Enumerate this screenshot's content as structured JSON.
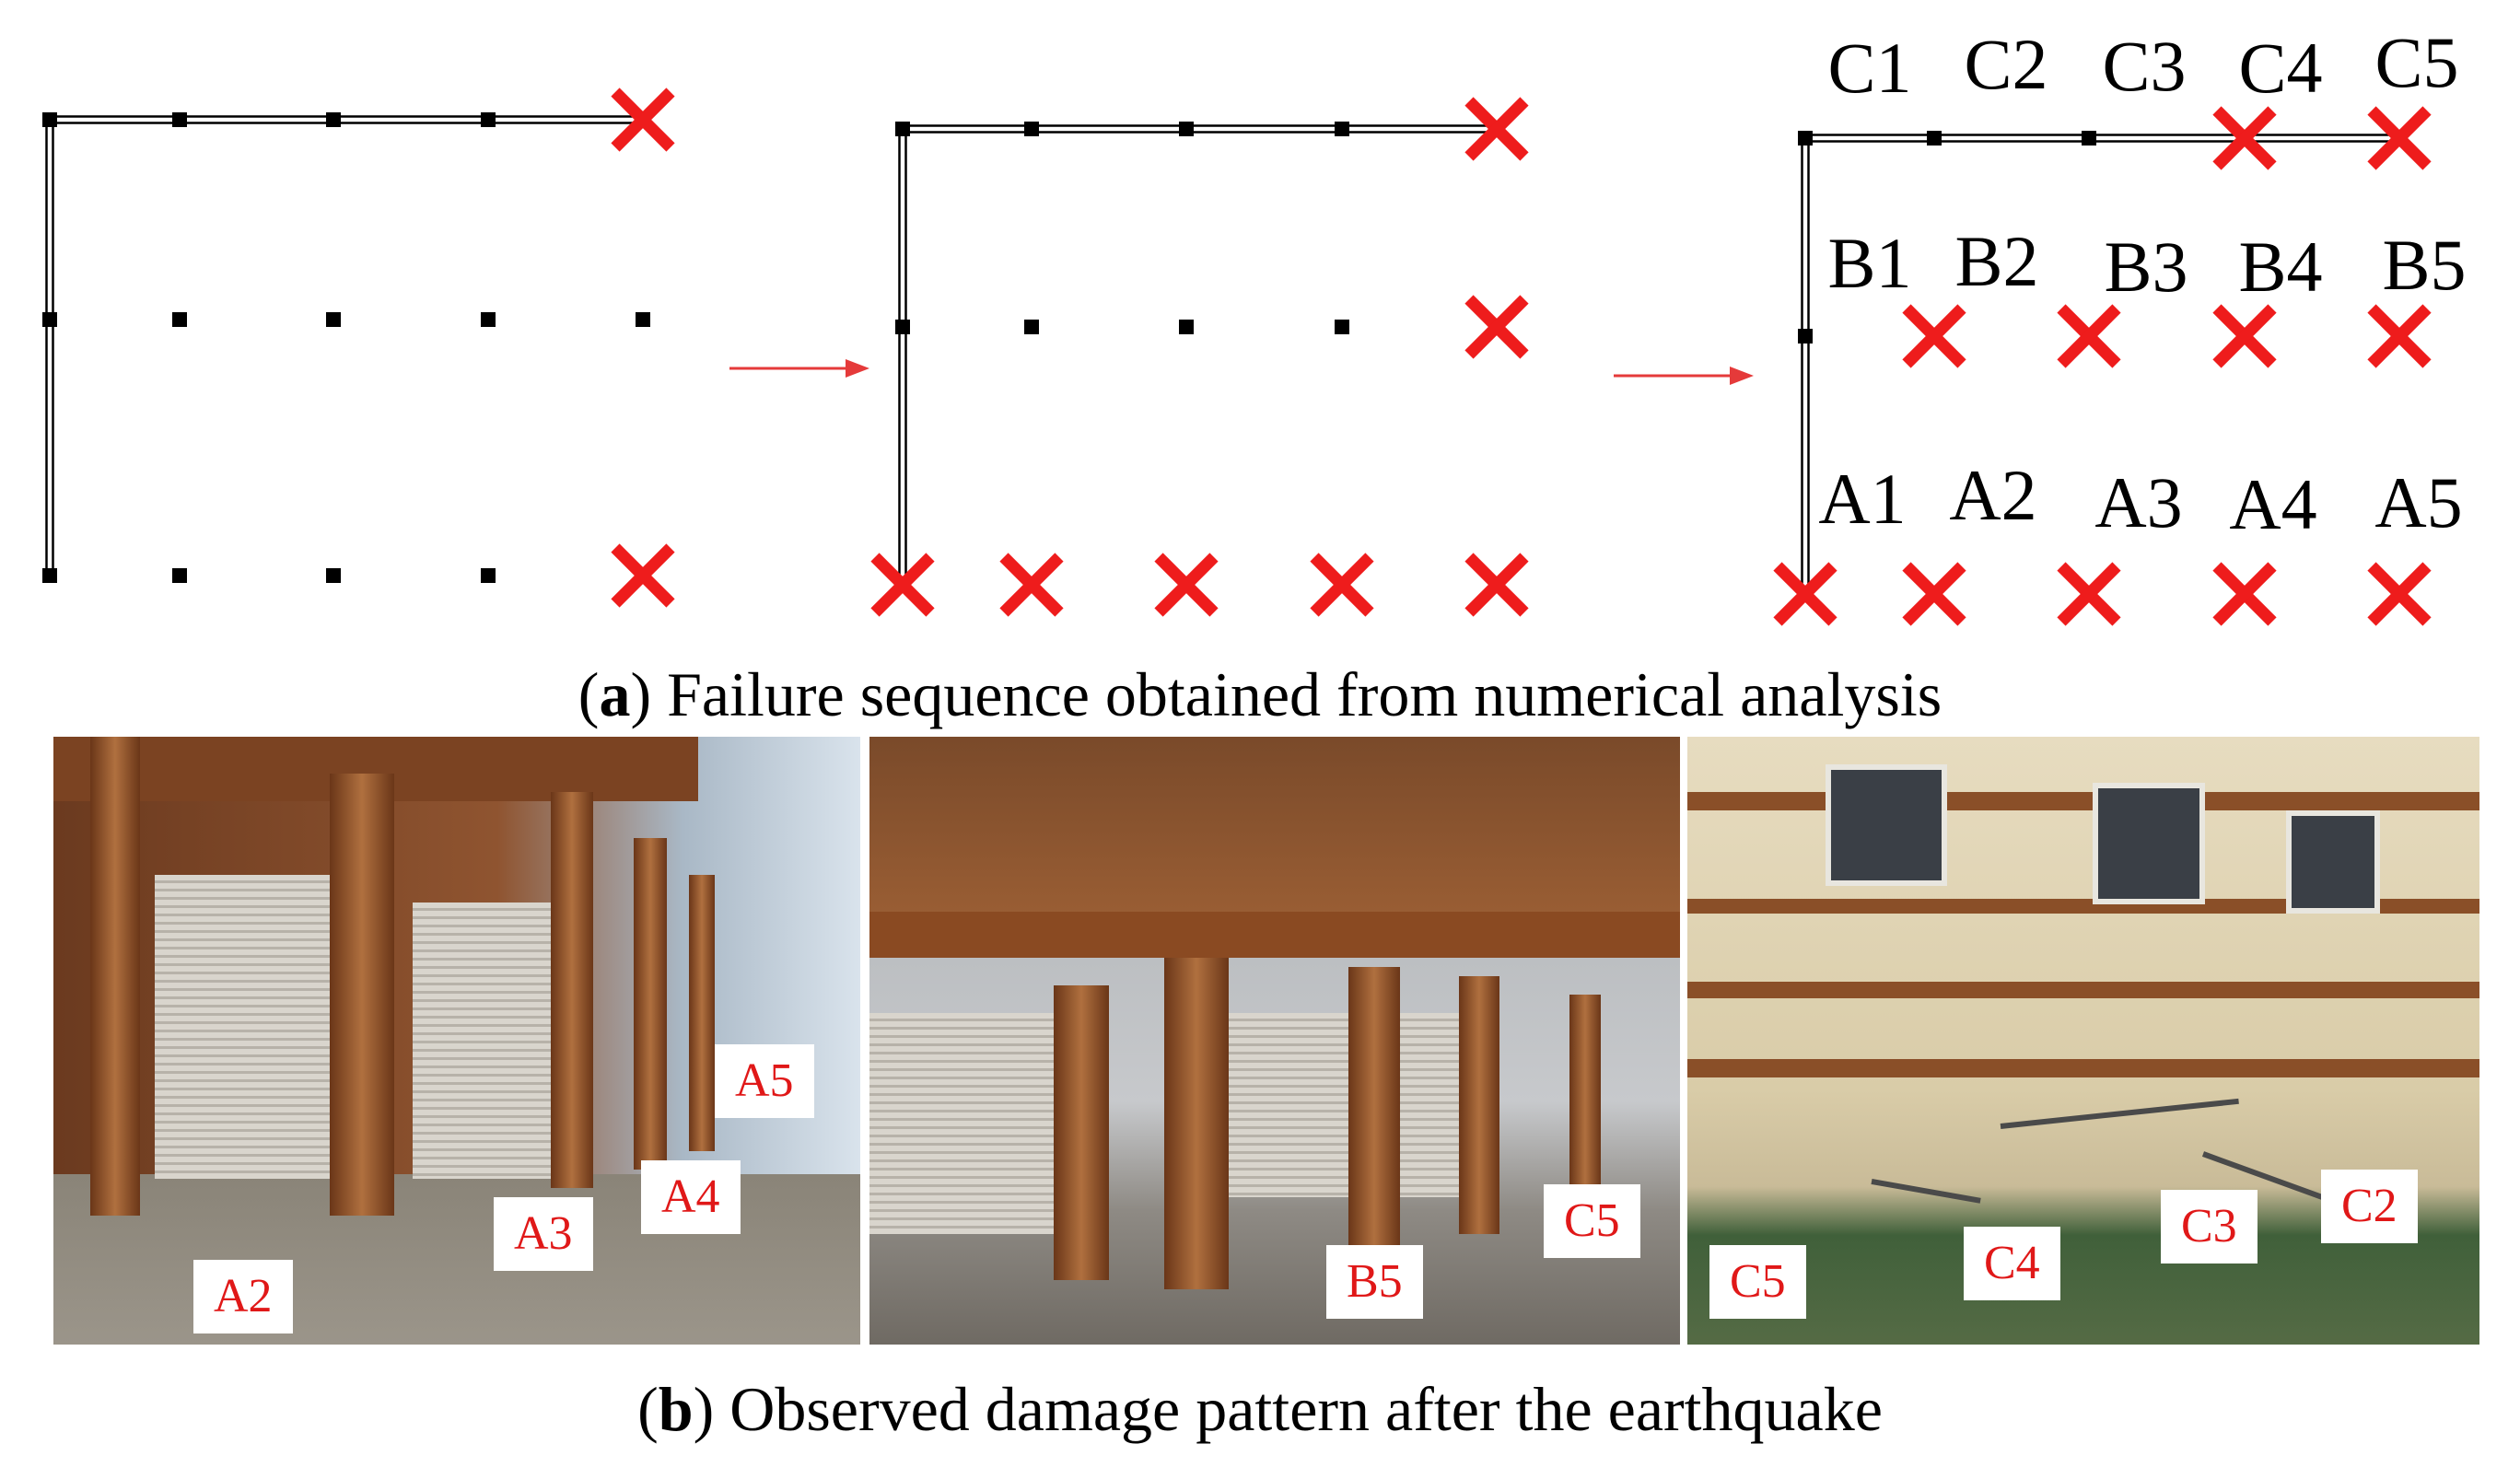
{
  "panel_a": {
    "caption_letter": "a",
    "caption_text": "Failure sequence obtained from numerical analysis",
    "row_labels": {
      "C": [
        "C1",
        "C2",
        "C3",
        "C4",
        "C5"
      ],
      "B": [
        "B1",
        "B2",
        "B3",
        "B4",
        "B5"
      ],
      "A": [
        "A1",
        "A2",
        "A3",
        "A4",
        "A5"
      ]
    },
    "steps": [
      {
        "failed": [
          "C5",
          "A5"
        ]
      },
      {
        "failed": [
          "C5",
          "B5",
          "A1",
          "A2",
          "A3",
          "A4",
          "A5"
        ]
      },
      {
        "failed": [
          "C4",
          "C5",
          "B2",
          "B3",
          "B4",
          "B5",
          "A1",
          "A2",
          "A3",
          "A4",
          "A5"
        ]
      }
    ],
    "colors": {
      "failure_mark": "#ee1c1c",
      "arrow": "#e53a3a",
      "node": "#000000"
    }
  },
  "panel_b": {
    "caption_letter": "b",
    "caption_text": "Observed damage pattern after the earthquake",
    "photos": [
      {
        "tags": [
          "A5",
          "A4",
          "A3",
          "A2"
        ]
      },
      {
        "tags": [
          "C5",
          "B5"
        ]
      },
      {
        "tags": [
          "C5",
          "C4",
          "C3",
          "C2"
        ]
      }
    ],
    "colors": {
      "tag_text": "#e01818",
      "tag_bg": "#ffffff"
    }
  }
}
